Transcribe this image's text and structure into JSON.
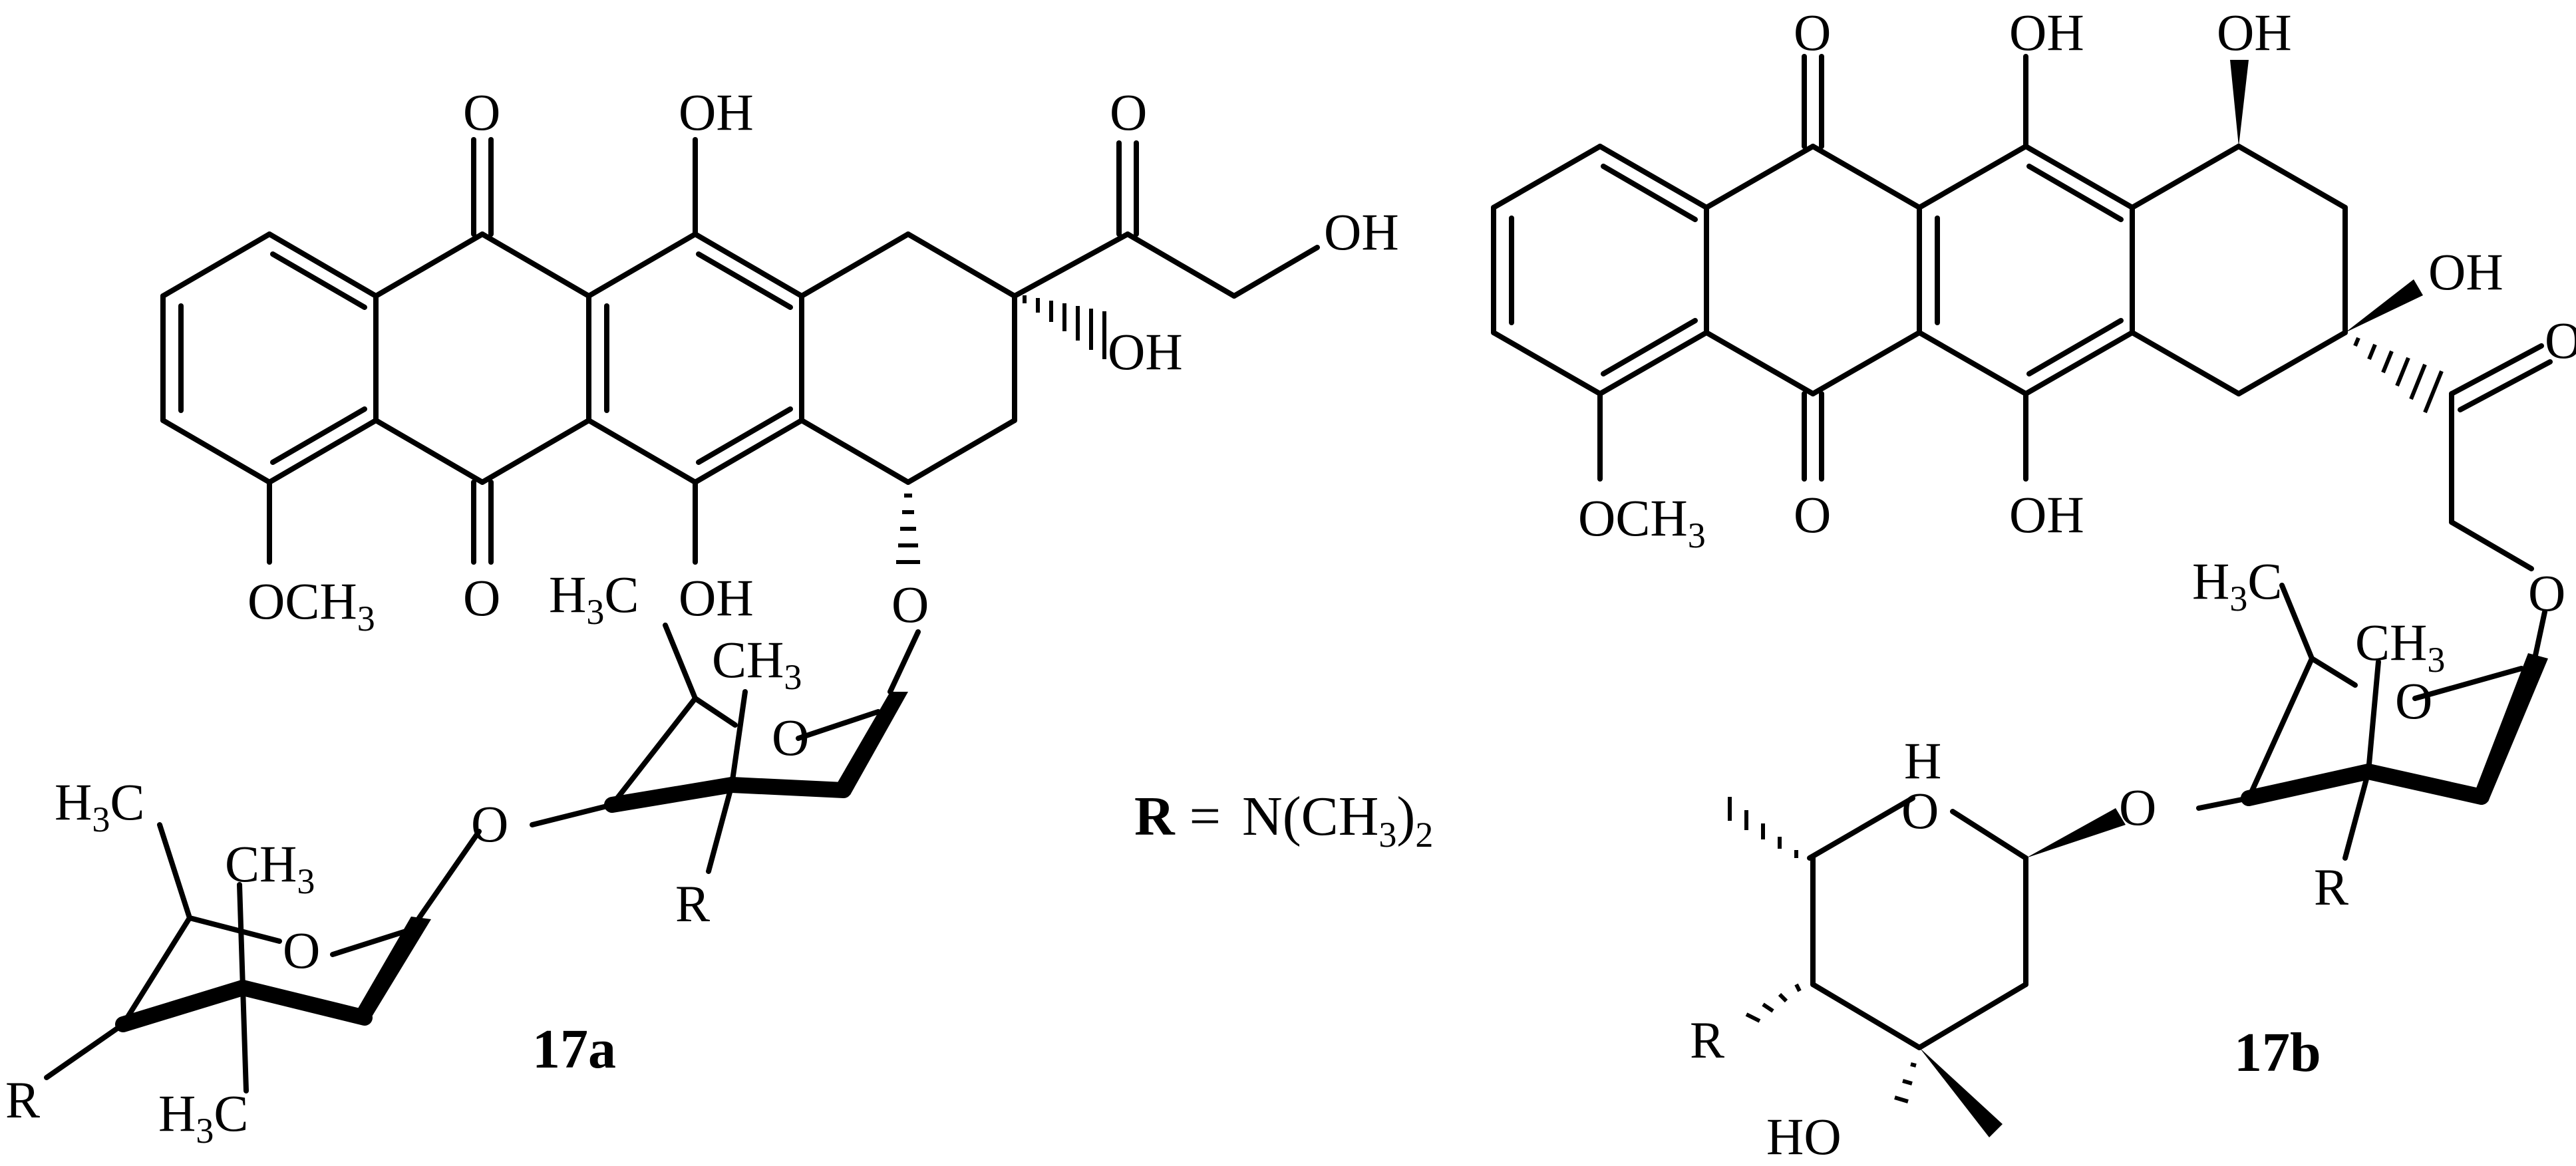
{
  "compound_17a": {
    "name": "17a",
    "labels": {
      "quinone_o_top": "O",
      "quinone_o_bottom": "O",
      "phenol_oh_top": "OH",
      "phenol_oh_bottom": "OH",
      "ketone_o": "O",
      "hydroxymethyl_oh": "OH",
      "tertiary_oh": "OH",
      "glycoside_o": "O",
      "methoxy_o": "O",
      "methoxy_c": "CH",
      "methoxy_sub": "3",
      "sugar1_methyl_h": "H",
      "sugar1_methyl_sub": "3",
      "sugar1_methyl_c": "C",
      "sugar1_ring_ch": "CH",
      "sugar1_ring_sub": "3",
      "sugar1_ring_o": "O",
      "sugar1_r": "R",
      "link_o": "O",
      "sugar2_methyl_h": "H",
      "sugar2_methyl_sub": "3",
      "sugar2_methyl_c": "C",
      "sugar2_ring_ch": "CH",
      "sugar2_ring_sub": "3",
      "sugar2_ring_o": "O",
      "sugar2_r": "R",
      "sugar2_lower_h": "H",
      "sugar2_lower_sub": "3",
      "sugar2_lower_c": "C"
    }
  },
  "compound_17b": {
    "name": "17b",
    "labels": {
      "quinone_o_top": "O",
      "quinone_o_bottom": "O",
      "phenol_oh_top": "OH",
      "phenol_oh_bottom": "OH",
      "secondary_oh": "OH",
      "tertiary_oh": "OH",
      "ketone_o": "O",
      "glycoside_o": "O",
      "methoxy_o": "O",
      "methoxy_c": "CH",
      "methoxy_sub": "3",
      "sugar1_methyl_h": "H",
      "sugar1_methyl_sub": "3",
      "sugar1_methyl_c": "C",
      "sugar1_ring_ch": "CH",
      "sugar1_ring_sub": "3",
      "sugar1_ring_o": "O",
      "sugar1_r": "R",
      "link_o": "O",
      "sugar2_ring_h": "H",
      "sugar2_ring_o": "O",
      "sugar2_r": "R",
      "sugar2_ho": "HO"
    }
  },
  "r_definition": {
    "symbol": "R",
    "equals": "=",
    "value_a": "N(CH",
    "value_sub": "3",
    "value_b": ")",
    "value_sub2": "2"
  },
  "colors": {
    "ink": "#000000",
    "background": "#ffffff"
  }
}
